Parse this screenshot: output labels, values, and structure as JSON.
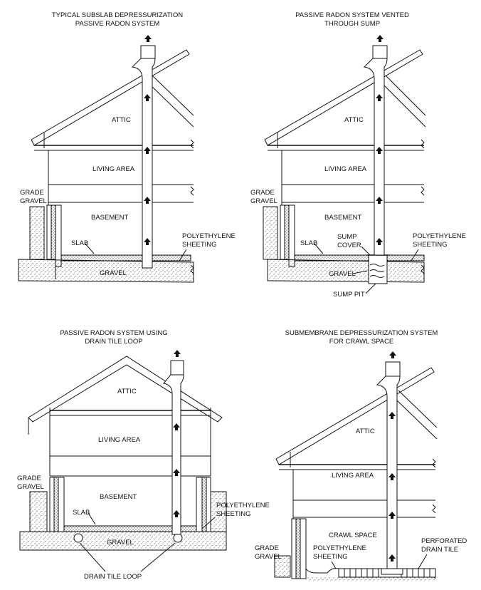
{
  "panels": [
    {
      "title_line1": "TYPICAL SUBSLAB DEPRESSURIZATION",
      "title_line2": "PASSIVE RADON SYSTEM",
      "labels": {
        "attic": "ATTIC",
        "living_area": "LIVING AREA",
        "basement": "BASEMENT",
        "grade": "GRADE",
        "gravel_side": "GRAVEL",
        "slab": "SLAB",
        "gravel": "GRAVEL",
        "poly1": "POLYETHYLENE",
        "poly2": "SHEETING"
      }
    },
    {
      "title_line1": "PASSIVE RADON SYSTEM VENTED",
      "title_line2": "THROUGH SUMP",
      "labels": {
        "attic": "ATTIC",
        "living_area": "LIVING AREA",
        "basement": "BASEMENT",
        "grade": "GRADE",
        "gravel_side": "GRAVEL",
        "slab": "SLAB",
        "sump1": "SUMP",
        "sump2": "COVER",
        "gravel": "GRAVEL",
        "poly1": "POLYETHYLENE",
        "poly2": "SHEETING",
        "sump_pit": "SUMP PIT"
      }
    },
    {
      "title_line1": "PASSIVE RADON SYSTEM USING",
      "title_line2": "DRAIN TILE LOOP",
      "labels": {
        "attic": "ATTIC",
        "living_area": "LIVING AREA",
        "basement": "BASEMENT",
        "grade": "GRADE",
        "gravel_side": "GRAVEL",
        "slab": "SLAB",
        "gravel": "GRAVEL",
        "poly1": "POLYETHYLENE",
        "poly2": "SHEETING",
        "drain_tile_loop": "DRAIN TILE LOOP"
      }
    },
    {
      "title_line1": "SUBMEMBRANE DEPRESSURIZATION SYSTEM",
      "title_line2": "FOR CRAWL SPACE",
      "labels": {
        "attic": "ATTIC",
        "living_area": "LIVING AREA",
        "crawl_space": "CRAWL SPACE",
        "grade": "GRADE",
        "gravel_side": "GRAVEL",
        "poly1": "POLYETHYLENE",
        "poly2": "SHEETING",
        "perf1": "PERFORATED",
        "perf2": "DRAIN TILE"
      }
    }
  ]
}
